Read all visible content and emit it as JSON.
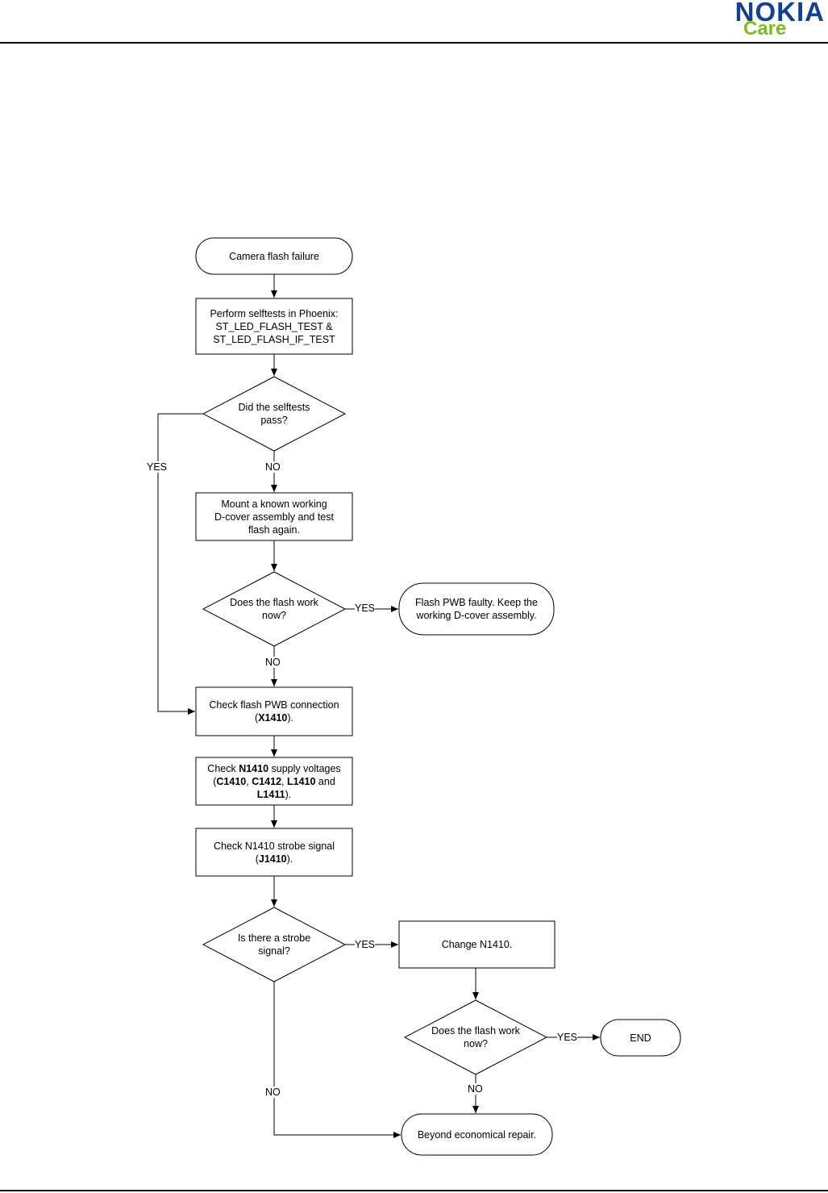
{
  "header": {
    "brand": "NOKIA",
    "sub": "Care",
    "brand_color": "#124191",
    "sub_color": "#78be20"
  },
  "flowchart": {
    "start": "Camera flash failure",
    "selftest_line1": "Perform selftests in Phoenix:",
    "selftest_line2": "ST_LED_FLASH_TEST &",
    "selftest_line3": "ST_LED_FLASH_IF_TEST",
    "q_selftest_line1": "Did the selftests",
    "q_selftest_line2": "pass?",
    "mount_line1": "Mount a known working",
    "mount_line2": "D-cover assembly and test",
    "mount_line3": "flash again.",
    "q_work1_line1": "Does the flash work",
    "q_work1_line2": "now?",
    "pwb_faulty_line1": "Flash PWB faulty. Keep the",
    "pwb_faulty_line2": "working D-cover assembly.",
    "check_pwb_line1": "Check flash PWB connection",
    "check_pwb_ref": "X1410",
    "check_volt_pre": "Check ",
    "check_volt_n": "N1410",
    "check_volt_post": " supply voltages",
    "check_volt_c1": "C1410",
    "check_volt_c2": "C1412",
    "check_volt_l1": "L1410",
    "check_volt_and": "and",
    "check_volt_l2": "L1411",
    "check_strobe_line1": "Check N1410 strobe signal",
    "check_strobe_ref": "J1410",
    "q_strobe_line1": "Is there a strobe",
    "q_strobe_line2": "signal?",
    "change": "Change N1410.",
    "q_work2_line1": "Does the flash work",
    "q_work2_line2": "now?",
    "end": "END",
    "ber": "Beyond economical repair.",
    "yes": "YES",
    "no": "NO"
  }
}
